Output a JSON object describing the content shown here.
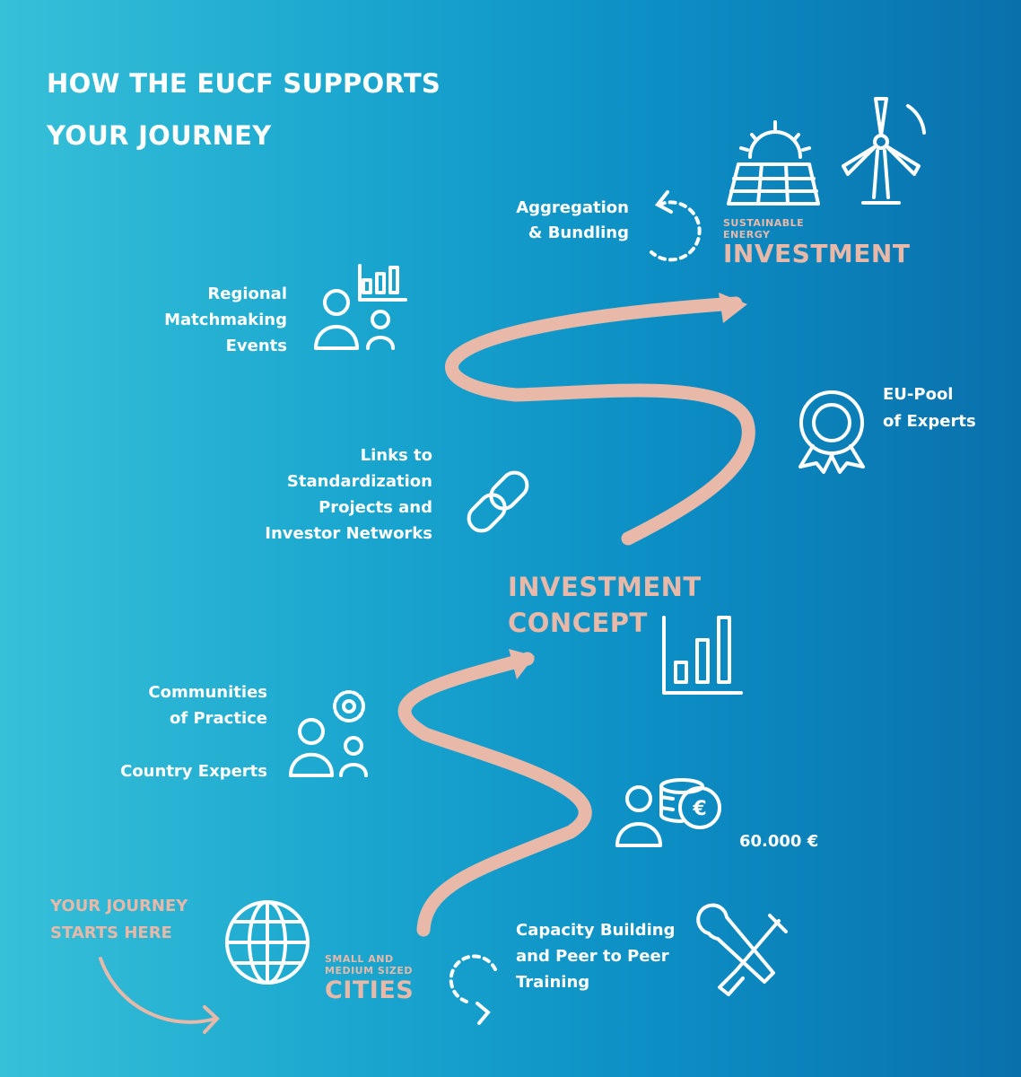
{
  "title_lines": [
    "HOW THE EUCF SUPPORTS",
    "YOUR JOURNEY"
  ],
  "stages": {
    "start": [
      "YOUR JOURNEY",
      "STARTS HERE"
    ],
    "cities_sub": [
      "SMALL AND",
      "MEDIUM SIZED"
    ],
    "cities_main": "CITIES",
    "concept": [
      "INVESTMENT",
      "CONCEPT"
    ],
    "investment_sub": [
      "SUSTAINABLE",
      "ENERGY"
    ],
    "investment_main": "INVESTMENT"
  },
  "supports": {
    "aggregation": [
      "Aggregation",
      "& Bundling"
    ],
    "matchmaking": [
      "Regional",
      "Matchmaking",
      "Events"
    ],
    "eu_pool": [
      "EU-Pool",
      "of Experts"
    ],
    "links": [
      "Links to",
      "Standardization",
      "Projects and",
      "Investor Networks"
    ],
    "communities": [
      "Communities",
      "of Practice"
    ],
    "country_experts": "Country Experts",
    "grant": "60.000 €",
    "capacity": [
      "Capacity Building",
      "and Peer to Peer",
      "Training"
    ]
  },
  "colors": {
    "accent_pink": "#e8b8a8",
    "text": "#ffffff",
    "bg_left": "#37c0d8",
    "bg_right": "#0a70ac"
  }
}
